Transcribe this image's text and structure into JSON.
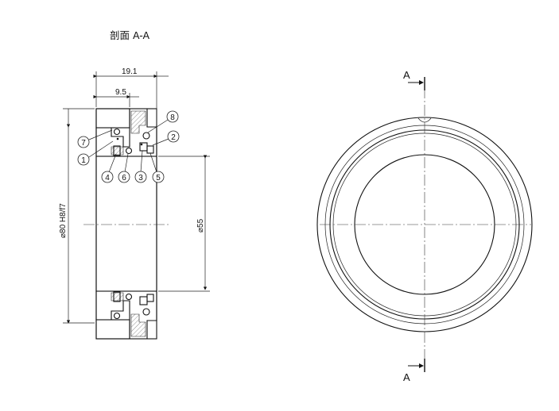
{
  "title": "剖面 A-A",
  "dimensions": {
    "overall_width": "19.1",
    "partial_width": "9.5",
    "outer_diameter": "⌀80 H8/f7",
    "inner_diameter": "⌀55"
  },
  "callouts": [
    "7",
    "1",
    "8",
    "2",
    "4",
    "6",
    "3",
    "5"
  ],
  "section_mark": {
    "top": "A",
    "bottom": "A"
  }
}
